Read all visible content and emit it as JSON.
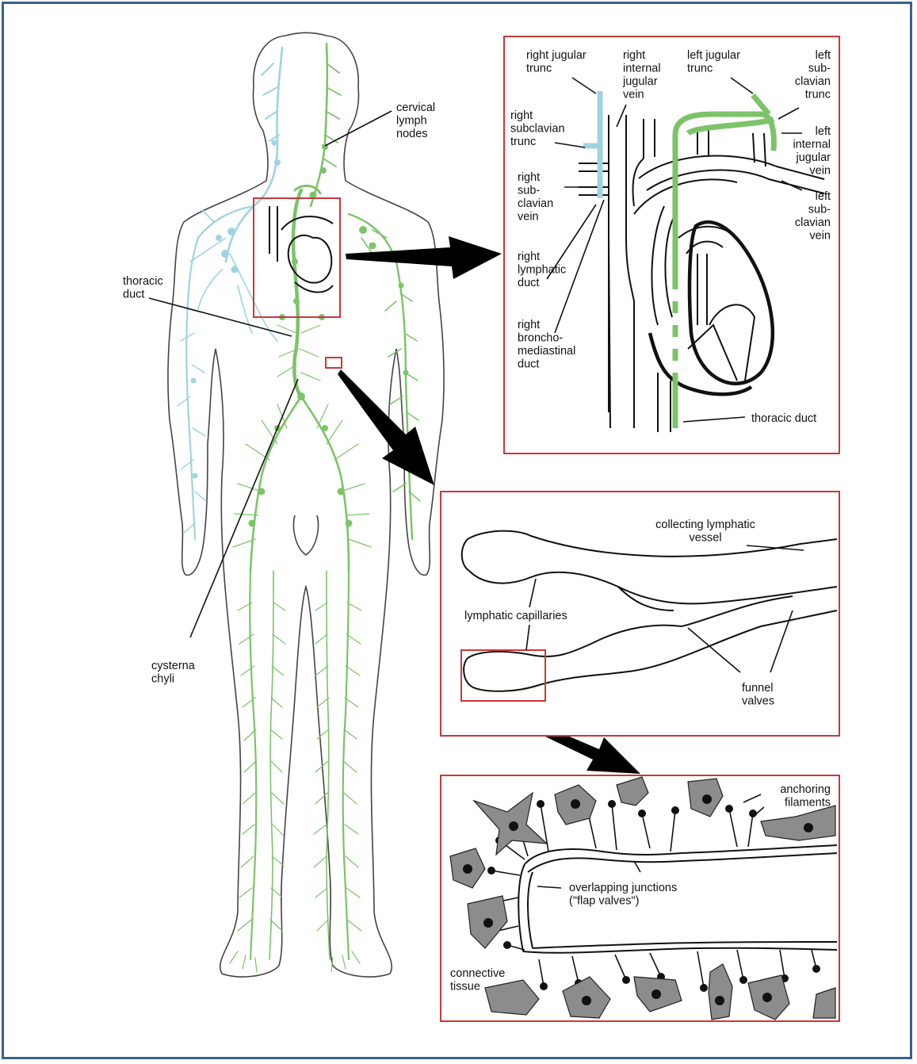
{
  "labels": {
    "cervical": [
      "cervical",
      "lymph",
      "nodes"
    ],
    "thoracic_left": [
      "thoracic",
      "duct"
    ],
    "cysterna": [
      "cysterna",
      "chyli"
    ],
    "right_jugular": [
      "right jugular",
      "trunc"
    ],
    "right_internal_jugular": [
      "right",
      "internal",
      "jugular",
      "vein"
    ],
    "left_jugular": [
      "left jugular",
      "trunc"
    ],
    "left_subclavian_trunc": [
      "left",
      "sub-",
      "clavian",
      "trunc"
    ],
    "right_subclavian_trunc": [
      "right",
      "subclavian",
      "trunc"
    ],
    "left_internal_jugular": [
      "left",
      "internal",
      "jugular",
      "vein"
    ],
    "right_subclavian_vein": [
      "right",
      "sub-",
      "clavian",
      "vein"
    ],
    "left_subclavian_vein": [
      "left",
      "sub-",
      "clavian",
      "vein"
    ],
    "right_lymphatic_duct": [
      "right",
      "lymphatic",
      "duct"
    ],
    "right_bronchomediastinal": [
      "right",
      "broncho-",
      "mediastinal",
      "duct"
    ],
    "thoracic_duct_detail": [
      "thoracic duct"
    ],
    "collecting_vessel": [
      "collecting lymphatic",
      "vessel"
    ],
    "lymphatic_capillaries": [
      "lymphatic capillaries"
    ],
    "funnel_valves": [
      "funnel",
      "valves"
    ],
    "anchoring_filaments": [
      "anchoring",
      "filaments"
    ],
    "overlapping_junctions": [
      "overlapping junctions",
      "(\"flap valves\")"
    ],
    "connective_tissue": [
      "connective",
      "tissue"
    ]
  },
  "colors": {
    "frame": "#3e5f8a",
    "panel_border": "#c9383a",
    "lymph_left_side": "#7dc36a",
    "lymph_right_side": "#9fd3df",
    "cells": "#8c8c8c"
  },
  "icons": [
    "human-body-figure",
    "heart-vessels-figure",
    "capillary-figure",
    "cell-tissue-figure"
  ]
}
